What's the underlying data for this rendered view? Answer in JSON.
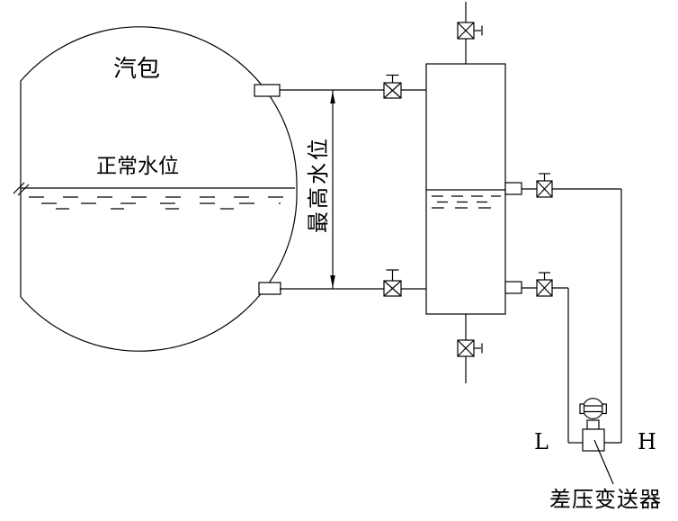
{
  "labels": {
    "drum": "汽包",
    "normal_water_level": "正常水位",
    "max_water_level": "最高水位",
    "transmitter": "差压变送器",
    "low_side": "L",
    "high_side": "H"
  },
  "icons": {
    "valve": "gate-valve-square-x-icon",
    "transmitter": "dp-transmitter-icon",
    "dimension_arrow": "dimension-arrow-icon",
    "water_surface": "dashed-water-surface-icon",
    "break_mark": "pipe-break-mark-icon"
  },
  "colors": {
    "line": "#000000",
    "background": "#ffffff",
    "text": "#000000"
  }
}
